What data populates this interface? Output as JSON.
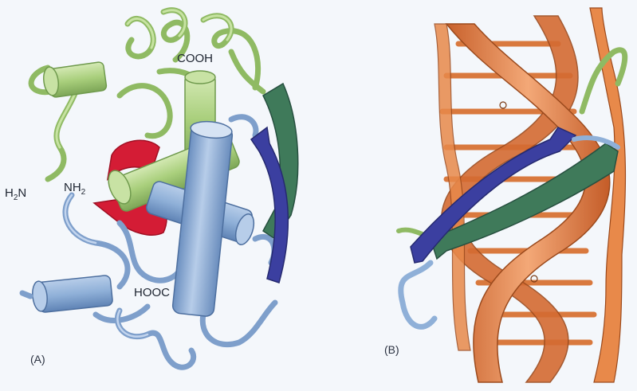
{
  "panel_a": {
    "label": "(A)",
    "terminus_labels": {
      "cooh": "COOH",
      "h2n_main": "H",
      "h2n_sub": "2",
      "h2n_tail": "N",
      "nh2_main": "NH",
      "nh2_sub": "2",
      "hooc": "HOOC"
    }
  },
  "panel_b": {
    "label": "(B)"
  },
  "colors": {
    "green_helix": "#a9cf7c",
    "blue_helix": "#8fb0d8",
    "red_sheet": "#d41c35",
    "dark_green_strand": "#3f7a5a",
    "blue_strand": "#3b3fa0",
    "dna_orange": "#e8894a",
    "background": "#fbfcfd"
  }
}
